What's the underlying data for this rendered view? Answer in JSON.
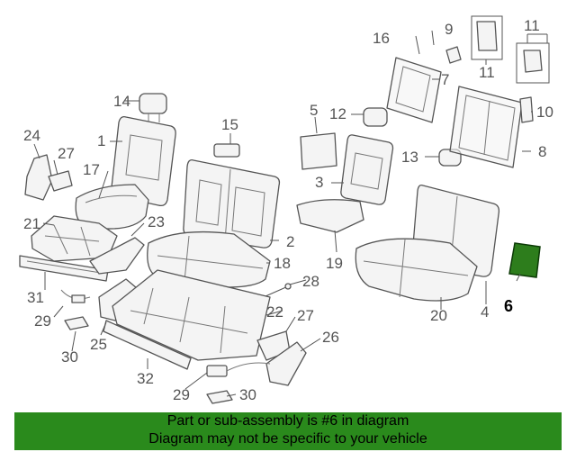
{
  "callouts": {
    "c1": "1",
    "c2": "2",
    "c3": "3",
    "c4": "4",
    "c5": "5",
    "c6": "6",
    "c7": "7",
    "c8": "8",
    "c9": "9",
    "c10": "10",
    "c11a": "11",
    "c11b": "11",
    "c12": "12",
    "c13": "13",
    "c14": "14",
    "c15": "15",
    "c16": "16",
    "c17": "17",
    "c18": "18",
    "c19": "19",
    "c20": "20",
    "c21": "21",
    "c22": "22",
    "c23": "23",
    "c24": "24",
    "c25": "25",
    "c26": "26",
    "c27a": "27",
    "c27b": "27",
    "c28": "28",
    "c29a": "29",
    "c29b": "29",
    "c30a": "30",
    "c30b": "30",
    "c31": "31",
    "c32": "32"
  },
  "highlight": {
    "part_number": "6",
    "color": "#2a8a1c"
  },
  "footer": {
    "line1": "Part or sub-assembly is #6 in diagram",
    "line2": "Diagram may not be specific to your vehicle"
  }
}
